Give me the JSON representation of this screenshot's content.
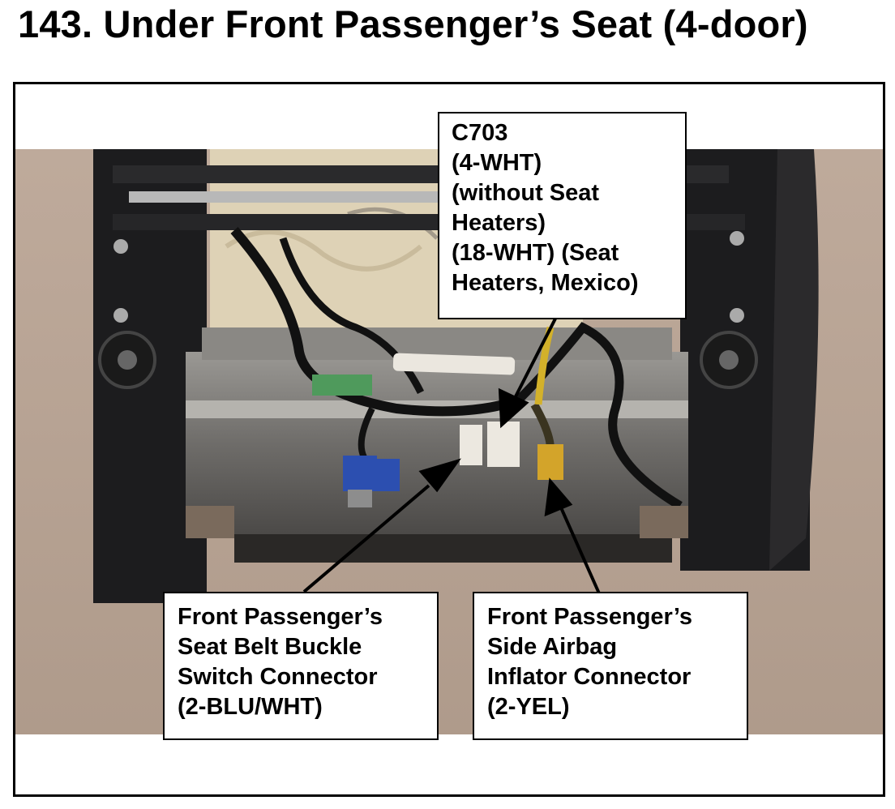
{
  "title": "143.  Under Front Passenger’s Seat (4-door)",
  "callouts": {
    "c703": {
      "lines": [
        "C703",
        "(4-WHT)",
        "(without Seat",
        "Heaters)",
        "(18-WHT) (Seat",
        "Heaters, Mexico)"
      ]
    },
    "seat_belt": {
      "lines": [
        "Front Passenger’s",
        "Seat Belt Buckle",
        "Switch Connector",
        "(2-BLU/WHT)"
      ]
    },
    "airbag": {
      "lines": [
        "Front Passenger’s",
        "Side Airbag",
        "Inflator Connector",
        "(2-YEL)"
      ]
    }
  },
  "colors": {
    "background_wall": "#b7a494",
    "connector_blue": "#2c4fb0",
    "connector_white": "#ece8e0",
    "connector_yellow": "#d3a42a",
    "connector_green": "#4f9a5c"
  }
}
